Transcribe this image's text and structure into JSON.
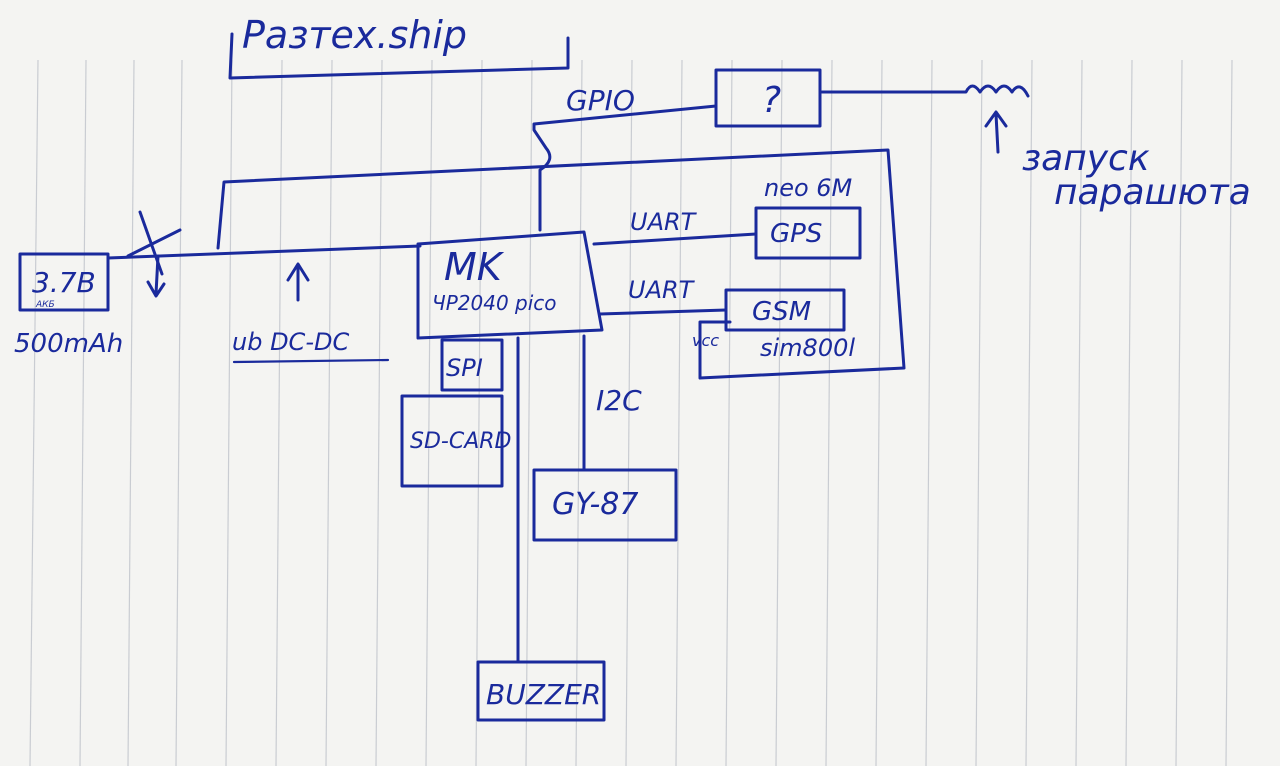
{
  "title": "Разтех.ship",
  "battery": {
    "voltage": "3.7В",
    "sub": "АКБ",
    "capacity": "500mAh"
  },
  "dcdc_note": "ub DC-DC",
  "mcu": {
    "name": "MK",
    "chip": "ЧР2040 pico"
  },
  "gpio_label": "GPIO",
  "unknown_block": "?",
  "parachute_note": {
    "line1": "запуск",
    "line2": "парашюта"
  },
  "gps": {
    "bus": "UART",
    "model": "neo 6M",
    "name": "GPS"
  },
  "gsm": {
    "bus": "UART",
    "name": "GSM",
    "vcc": "vcc",
    "model": "sim800l"
  },
  "spi": {
    "bus": "SPI",
    "device": "SD-CARD"
  },
  "i2c": {
    "bus": "I2C",
    "device": "GY-87"
  },
  "buzzer": "BUZZER",
  "colors": {
    "ink": "#1a2a9c",
    "paper": "#f4f4f2",
    "grid": "#c9ccd2"
  }
}
